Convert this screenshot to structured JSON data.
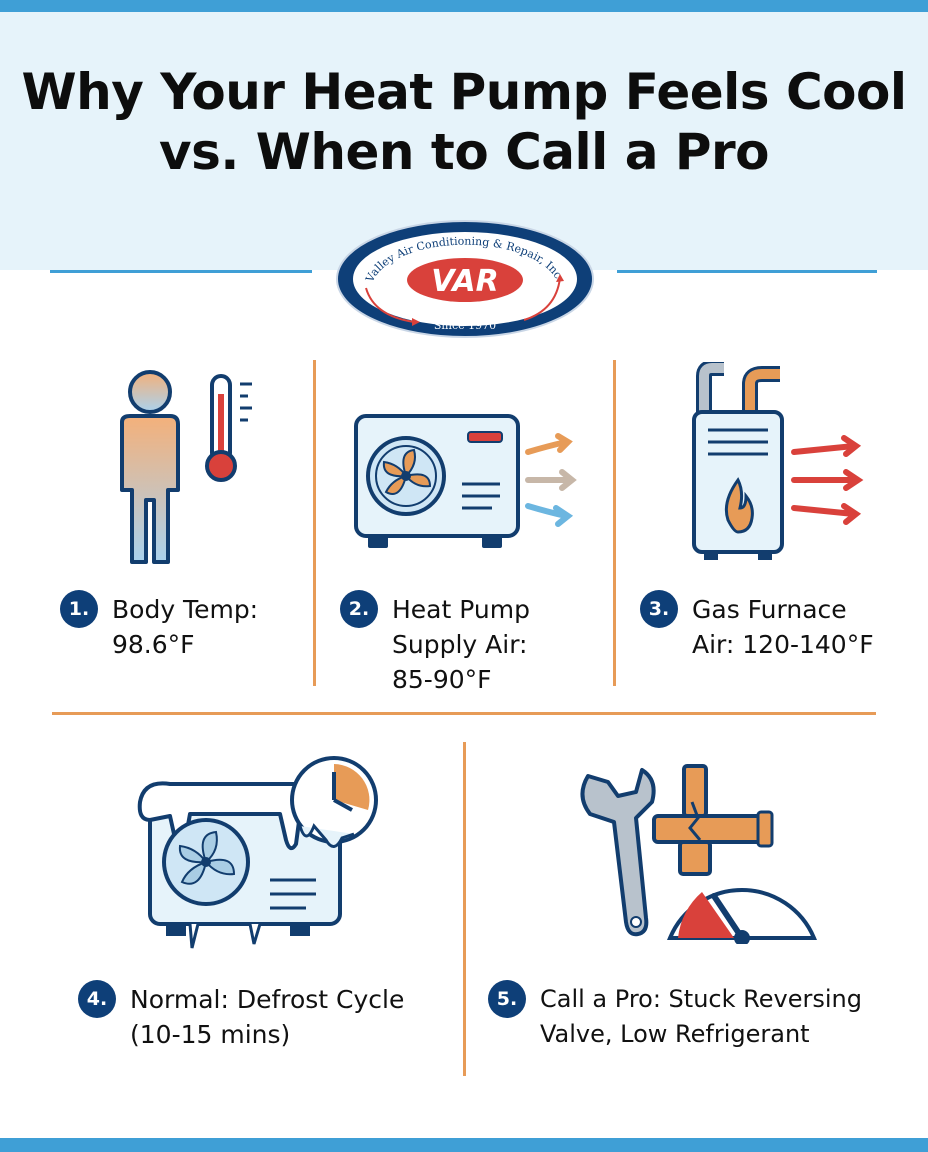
{
  "title_line1": "Why Your Heat Pump Feels Cool",
  "title_line2": "vs. When to Call a Pro",
  "logo": {
    "arc_text": "Valley Air Conditioning & Repair, Inc.",
    "mark": "VAR",
    "since": "Since 1970"
  },
  "colors": {
    "navy": "#0e3f78",
    "blue": "#3f9fd6",
    "orange": "#e79b57",
    "red": "#d9413b",
    "light_blue": "#e6f3fa"
  },
  "items": [
    {
      "num": "1.",
      "lines": [
        "Body Temp:",
        "98.6°F"
      ],
      "icon": "person-thermometer-icon"
    },
    {
      "num": "2.",
      "lines": [
        "Heat Pump",
        "Supply Air:",
        "85-90°F"
      ],
      "icon": "heat-pump-unit-icon"
    },
    {
      "num": "3.",
      "lines": [
        "Gas Furnace",
        "Air: 120-140°F"
      ],
      "icon": "gas-furnace-icon"
    },
    {
      "num": "4.",
      "lines": [
        "Normal: Defrost Cycle",
        "(10-15 mins)"
      ],
      "icon": "frozen-unit-clock-icon"
    },
    {
      "num": "5.",
      "lines": [
        "Call a Pro: Stuck Reversing",
        "Valve, Low Refrigerant"
      ],
      "icon": "wrench-valve-gauge-icon"
    }
  ]
}
